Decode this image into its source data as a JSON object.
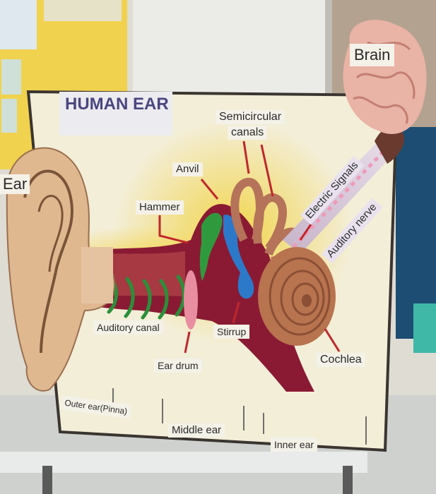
{
  "title": "HUMAN EAR",
  "labels": {
    "brain": "Brain",
    "ear": "Ear",
    "semicircular_line1": "Semicircular",
    "semicircular_line2": "canals",
    "anvil": "Anvil",
    "hammer": "Hammer",
    "electric_signals": "Electric Signals",
    "auditory_nerve": "Auditory nerve",
    "auditory_canal": "Auditory canal",
    "ear_drum": "Ear drum",
    "stirrup": "Stirrup",
    "cochlea": "Cochlea",
    "outer_ear": "Outer ear(Pinna)",
    "middle_ear": "Middle ear",
    "inner_ear": "Inner ear"
  },
  "colors": {
    "board": "#f3eed8",
    "canal": "#8a1a33",
    "cochlea": "#b8734f",
    "brain": "#e9b3a5",
    "pinna": "#e0b890",
    "hammer": "#2f9a3d",
    "stirrup": "#2c79c9",
    "eardrum": "#e88ea0"
  }
}
